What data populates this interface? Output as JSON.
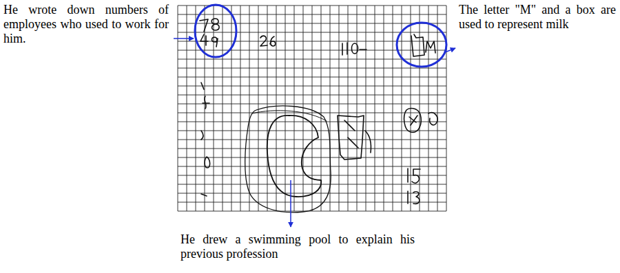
{
  "diagram": {
    "labels": [
      "He wrote down numbers of employees who used to work for him.",
      "The letter \"M\" and a box are used to represent milk",
      "He drew a swimming pool to explain his previous profession"
    ]
  }
}
